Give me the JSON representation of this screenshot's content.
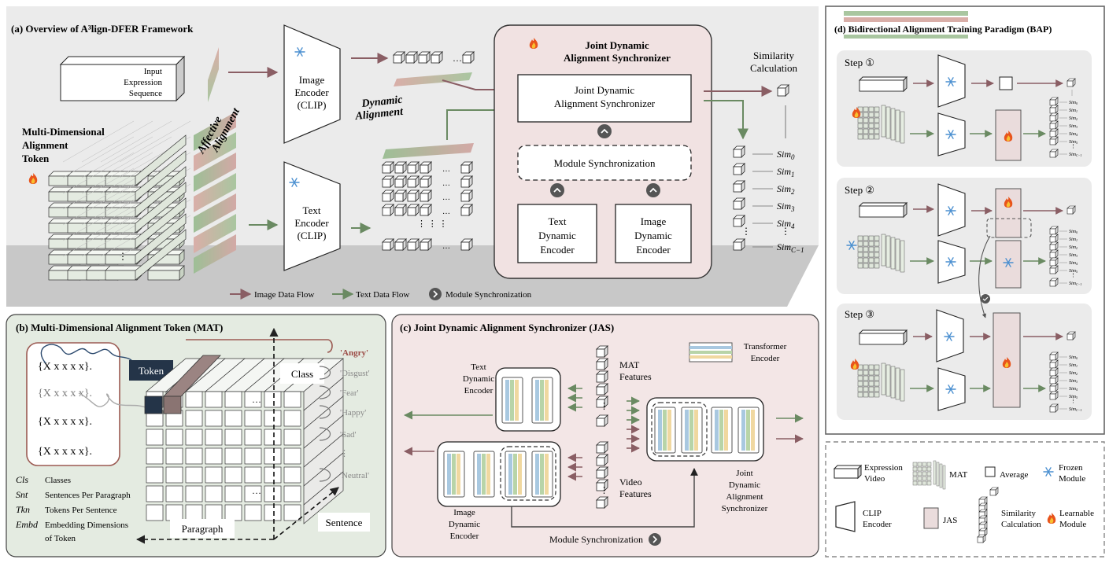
{
  "panel_a": {
    "title": "(a) Overview of A³lign-DFER Framework",
    "input_label": [
      "Input",
      "Expression",
      "Sequence"
    ],
    "mat_label": [
      "Multi-Dimensional",
      "Alignment",
      "Token"
    ],
    "affective": [
      "Affective",
      "Alignment"
    ],
    "image_encoder": [
      "Image",
      "Encoder",
      "(CLIP)"
    ],
    "text_encoder": [
      "Text",
      "Encoder",
      "(CLIP)"
    ],
    "dynamic_alignment": [
      "Dynamic",
      "Alignment"
    ],
    "jas_title": [
      "Joint Dynamic",
      "Alignment Synchronizer"
    ],
    "jas_inner": [
      "Joint Dynamic",
      "Alignment Synchronizer"
    ],
    "module_sync": "Module Synchronization",
    "text_dynamic_encoder": [
      "Text",
      "Dynamic",
      "Encoder"
    ],
    "image_dynamic_encoder": [
      "Image",
      "Dynamic",
      "Encoder"
    ],
    "similarity": [
      "Similarity",
      "Calculation"
    ],
    "sims": [
      "Sim",
      "Sim",
      "Sim",
      "Sim",
      "Sim",
      "Sim"
    ],
    "sim_subs": [
      "0",
      "1",
      "2",
      "3",
      "4",
      "C−1"
    ],
    "legend": {
      "image_flow": "Image Data Flow",
      "text_flow": "Text Data Flow",
      "module_sync": "Module Synchronization"
    }
  },
  "panel_b": {
    "title": "(b) Multi-Dimensional Alignment Token (MAT)",
    "token_rows": [
      "{X x x x x}.",
      "{X x x x x}.",
      "{X x x x x}.",
      "{X x x x x}."
    ],
    "token_label": "Token",
    "class_label": "Class",
    "paragraph_label": "Paragraph",
    "sentence_label": "Sentence",
    "classes": [
      "'Angry'",
      "'Disgust'",
      "'Fear'",
      "'Happy'",
      "'Sad'",
      "⋮",
      "'Neutral'"
    ],
    "defs": [
      {
        "abbr": "Cls",
        "text": "Classes"
      },
      {
        "abbr": "Snt",
        "text": "Sentences Per Paragraph"
      },
      {
        "abbr": "Tkn",
        "text": "Tokens Per Sentence"
      },
      {
        "abbr": "Embd",
        "text": "Embedding Dimensions"
      }
    ],
    "defs_cont": "of Token"
  },
  "panel_c": {
    "title": "(c) Joint Dynamic Alignment Synchronizer (JAS)",
    "transformer": [
      "Transformer",
      "Encoder"
    ],
    "mat_features": [
      "MAT",
      "Features"
    ],
    "video_features": [
      "Video",
      "Features"
    ],
    "text_dyn": [
      "Text",
      "Dynamic",
      "Encoder"
    ],
    "image_dyn": [
      "Image",
      "Dynamic",
      "Encoder"
    ],
    "jas": [
      "Joint",
      "Dynamic",
      "Alignment",
      "Synchronizer"
    ],
    "module_sync": "Module Synchronization"
  },
  "panel_d": {
    "title": "(d) Bidirectional Alignment Training Paradigm (BAP)",
    "steps": [
      "Step ①",
      "Step ②",
      "Step ③"
    ],
    "small_sims": [
      "Sim",
      "Sim",
      "Sim",
      "Sim",
      "Sim",
      "Sim",
      "⋮",
      "Sim"
    ],
    "small_subs": [
      "0",
      "1",
      "2",
      "3",
      "4",
      "5",
      "",
      "C−1"
    ]
  },
  "legend_d": {
    "expression_video": [
      "Expression",
      "Video"
    ],
    "mat": "MAT",
    "average": "Average",
    "frozen": [
      "Frozen",
      "Module"
    ],
    "clip": [
      "CLIP",
      "Encoder"
    ],
    "jas": "JAS",
    "similarity": [
      "Similarity",
      "Calculation"
    ],
    "learnable": [
      "Learnable",
      "Module"
    ]
  },
  "colors": {
    "image_flow": "#8a5e64",
    "text_flow": "#6a8a62",
    "jas_fill": "#f1e2e2",
    "mat_panel": "#e4ebe1",
    "jas_panel": "#f3e6e6",
    "cube_fill": "#e9eee6",
    "angry": "#9b4a44"
  }
}
